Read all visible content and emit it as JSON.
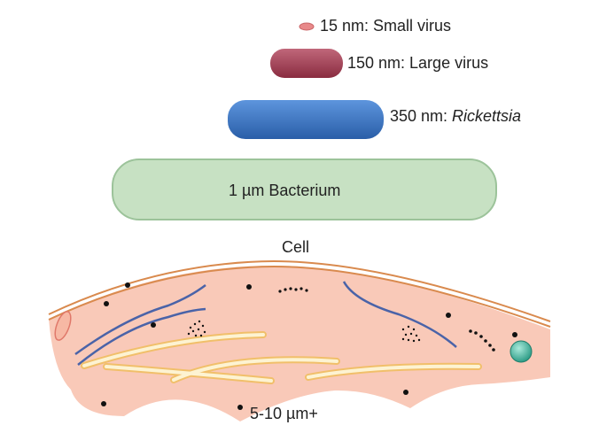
{
  "labels": {
    "small_virus": "15 nm: Small virus",
    "large_virus": "150 nm: Large virus",
    "rickettsia_size": "350 nm: ",
    "rickettsia_name": "Rickettsia",
    "bacterium": "1 µm Bacterium",
    "cell": "Cell",
    "cell_size": "5-10 µm+"
  },
  "colors": {
    "small_virus": "#e8898a",
    "large_virus": "#a23e52",
    "rickettsia": "#3b74c2",
    "bacterium": "#c7e1c3",
    "cell": "#f9c9b8",
    "membrane": "#d98a4e",
    "fiber": "#f6d98c",
    "nucleus": "#3fb7a0"
  }
}
